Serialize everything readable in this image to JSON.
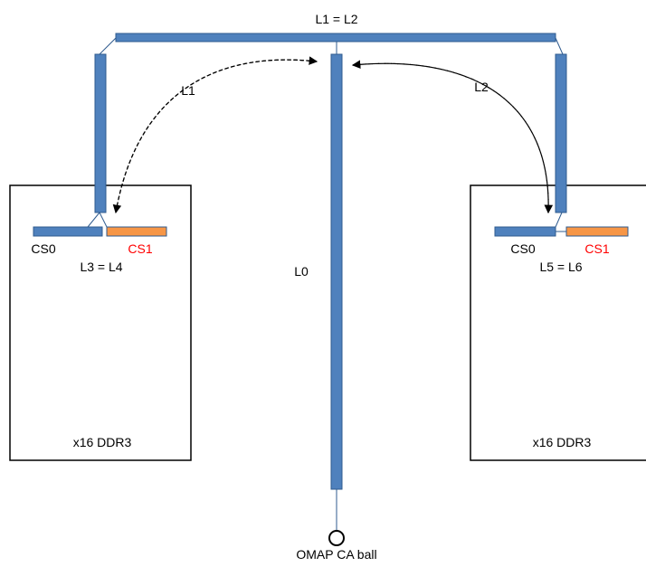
{
  "labels": {
    "top_equation": "L1 = L2",
    "l1": "L1",
    "l2": "L2",
    "l0": "L0",
    "left_cs0": "CS0",
    "left_cs1": "CS1",
    "left_equation": "L3 = L4",
    "right_cs0": "CS0",
    "right_cs1": "CS1",
    "right_equation": "L5 = L6",
    "left_chip": "x16 DDR3",
    "right_chip": "x16 DDR3",
    "ball": "OMAP CA ball"
  },
  "colors": {
    "trace": "#4f81bd",
    "cs1_pad": "#f79646",
    "cs1_text": "#ff0000"
  }
}
